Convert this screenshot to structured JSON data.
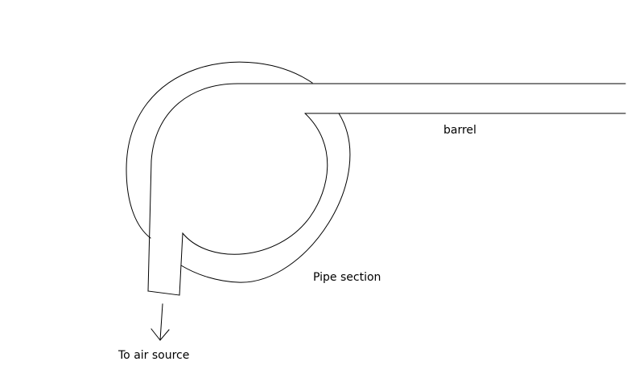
{
  "labels": {
    "barrel": "barrel",
    "pipe_section": "Pipe section",
    "air_source": "To air source"
  },
  "colors": {
    "stroke": "#000000",
    "background": "#ffffff"
  }
}
